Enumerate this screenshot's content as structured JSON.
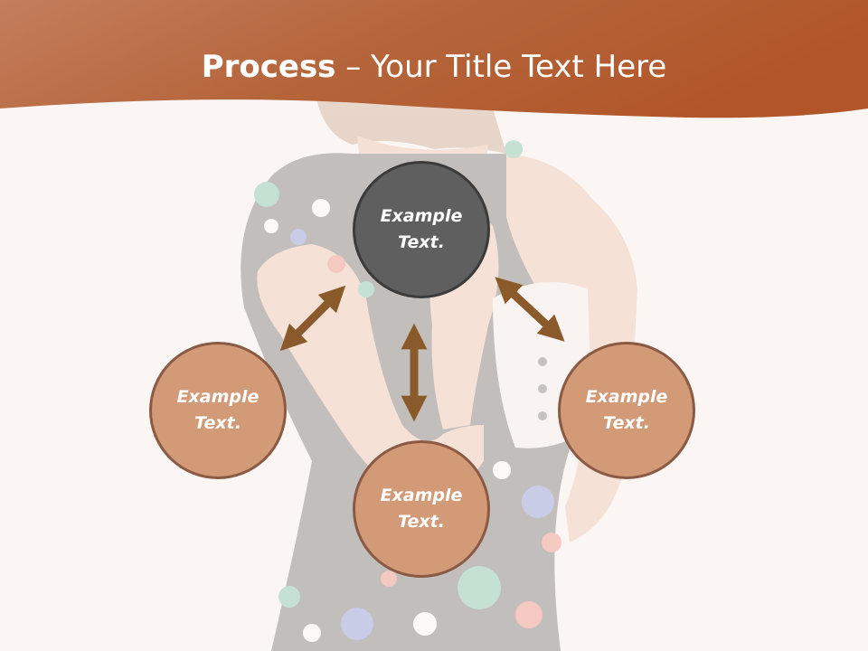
{
  "slide": {
    "title_bold": "Process",
    "title_rest": " – Your Title Text Here"
  },
  "nodes": {
    "top": {
      "text": "Example Text."
    },
    "left": {
      "text": "Example Text."
    },
    "right": {
      "text": "Example Text."
    },
    "bottom": {
      "text": "Example Text."
    }
  },
  "colors": {
    "header": "#b5653b",
    "background": "#fbf6f3",
    "node_light": "#d39a78",
    "node_dark": "#5f5f5f",
    "arrow": "#8b5a2b",
    "title": "#ffffff"
  }
}
